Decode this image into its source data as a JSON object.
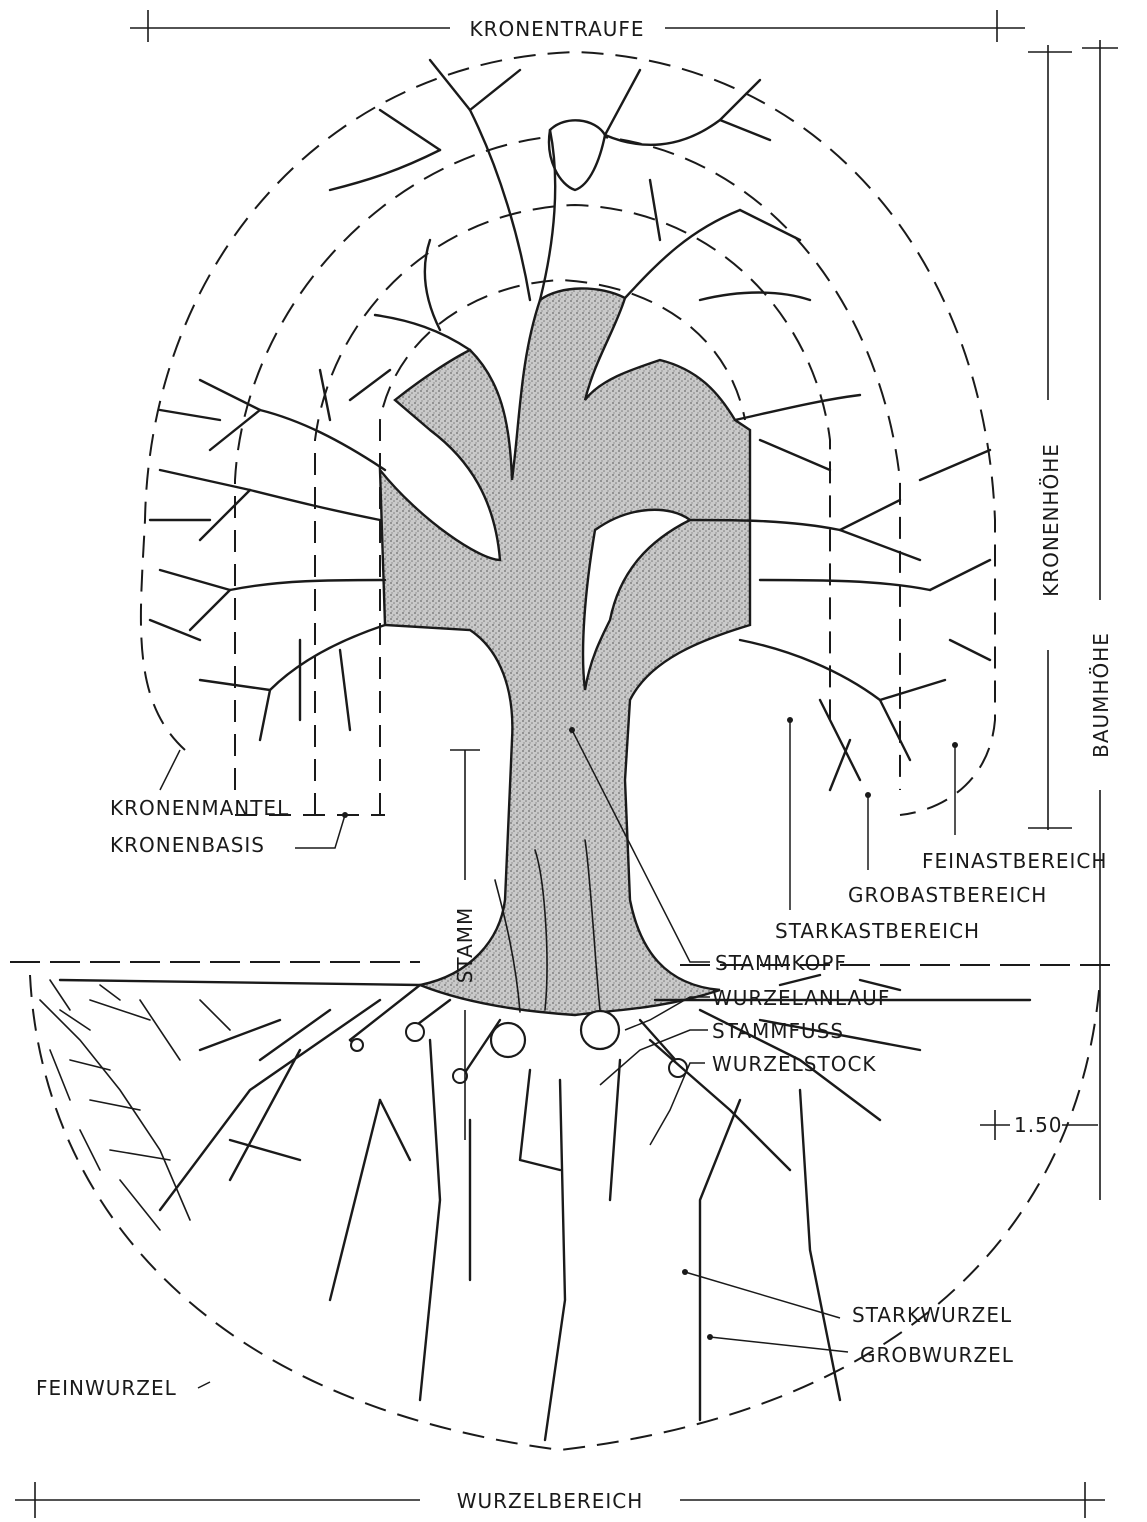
{
  "labels": {
    "kronentraufe": "KRONENTRAUFE",
    "kronenhoehe": "KRONENHÖHE",
    "baumhoehe": "BAUMHÖHE",
    "kronenmantel": "KRONENMANTEL",
    "kronenbasis": "KRONENBASIS",
    "feinastbereich": "FEINASTBEREICH",
    "grobastbereich": "GROBASTBEREICH",
    "starkastbereich": "STARKASTBEREICH",
    "stamm": "STAMM",
    "stammkopf": "STAMMKOPF",
    "wurzelanlauf": "WURZELANLAUF",
    "stammfuss": "STAMMFUSS",
    "wurzelstock": "WURZELSTOCK",
    "height_mark": "1.50",
    "starkwurzel": "STARKWURZEL",
    "grobwurzel": "GROBWURZEL",
    "feinwurzel": "FEINWURZEL",
    "wurzelbereich": "WURZELBEREICH"
  },
  "colors": {
    "ink": "#1a1a1a",
    "stipple": "#9a9a9a",
    "paper": "#ffffff"
  }
}
